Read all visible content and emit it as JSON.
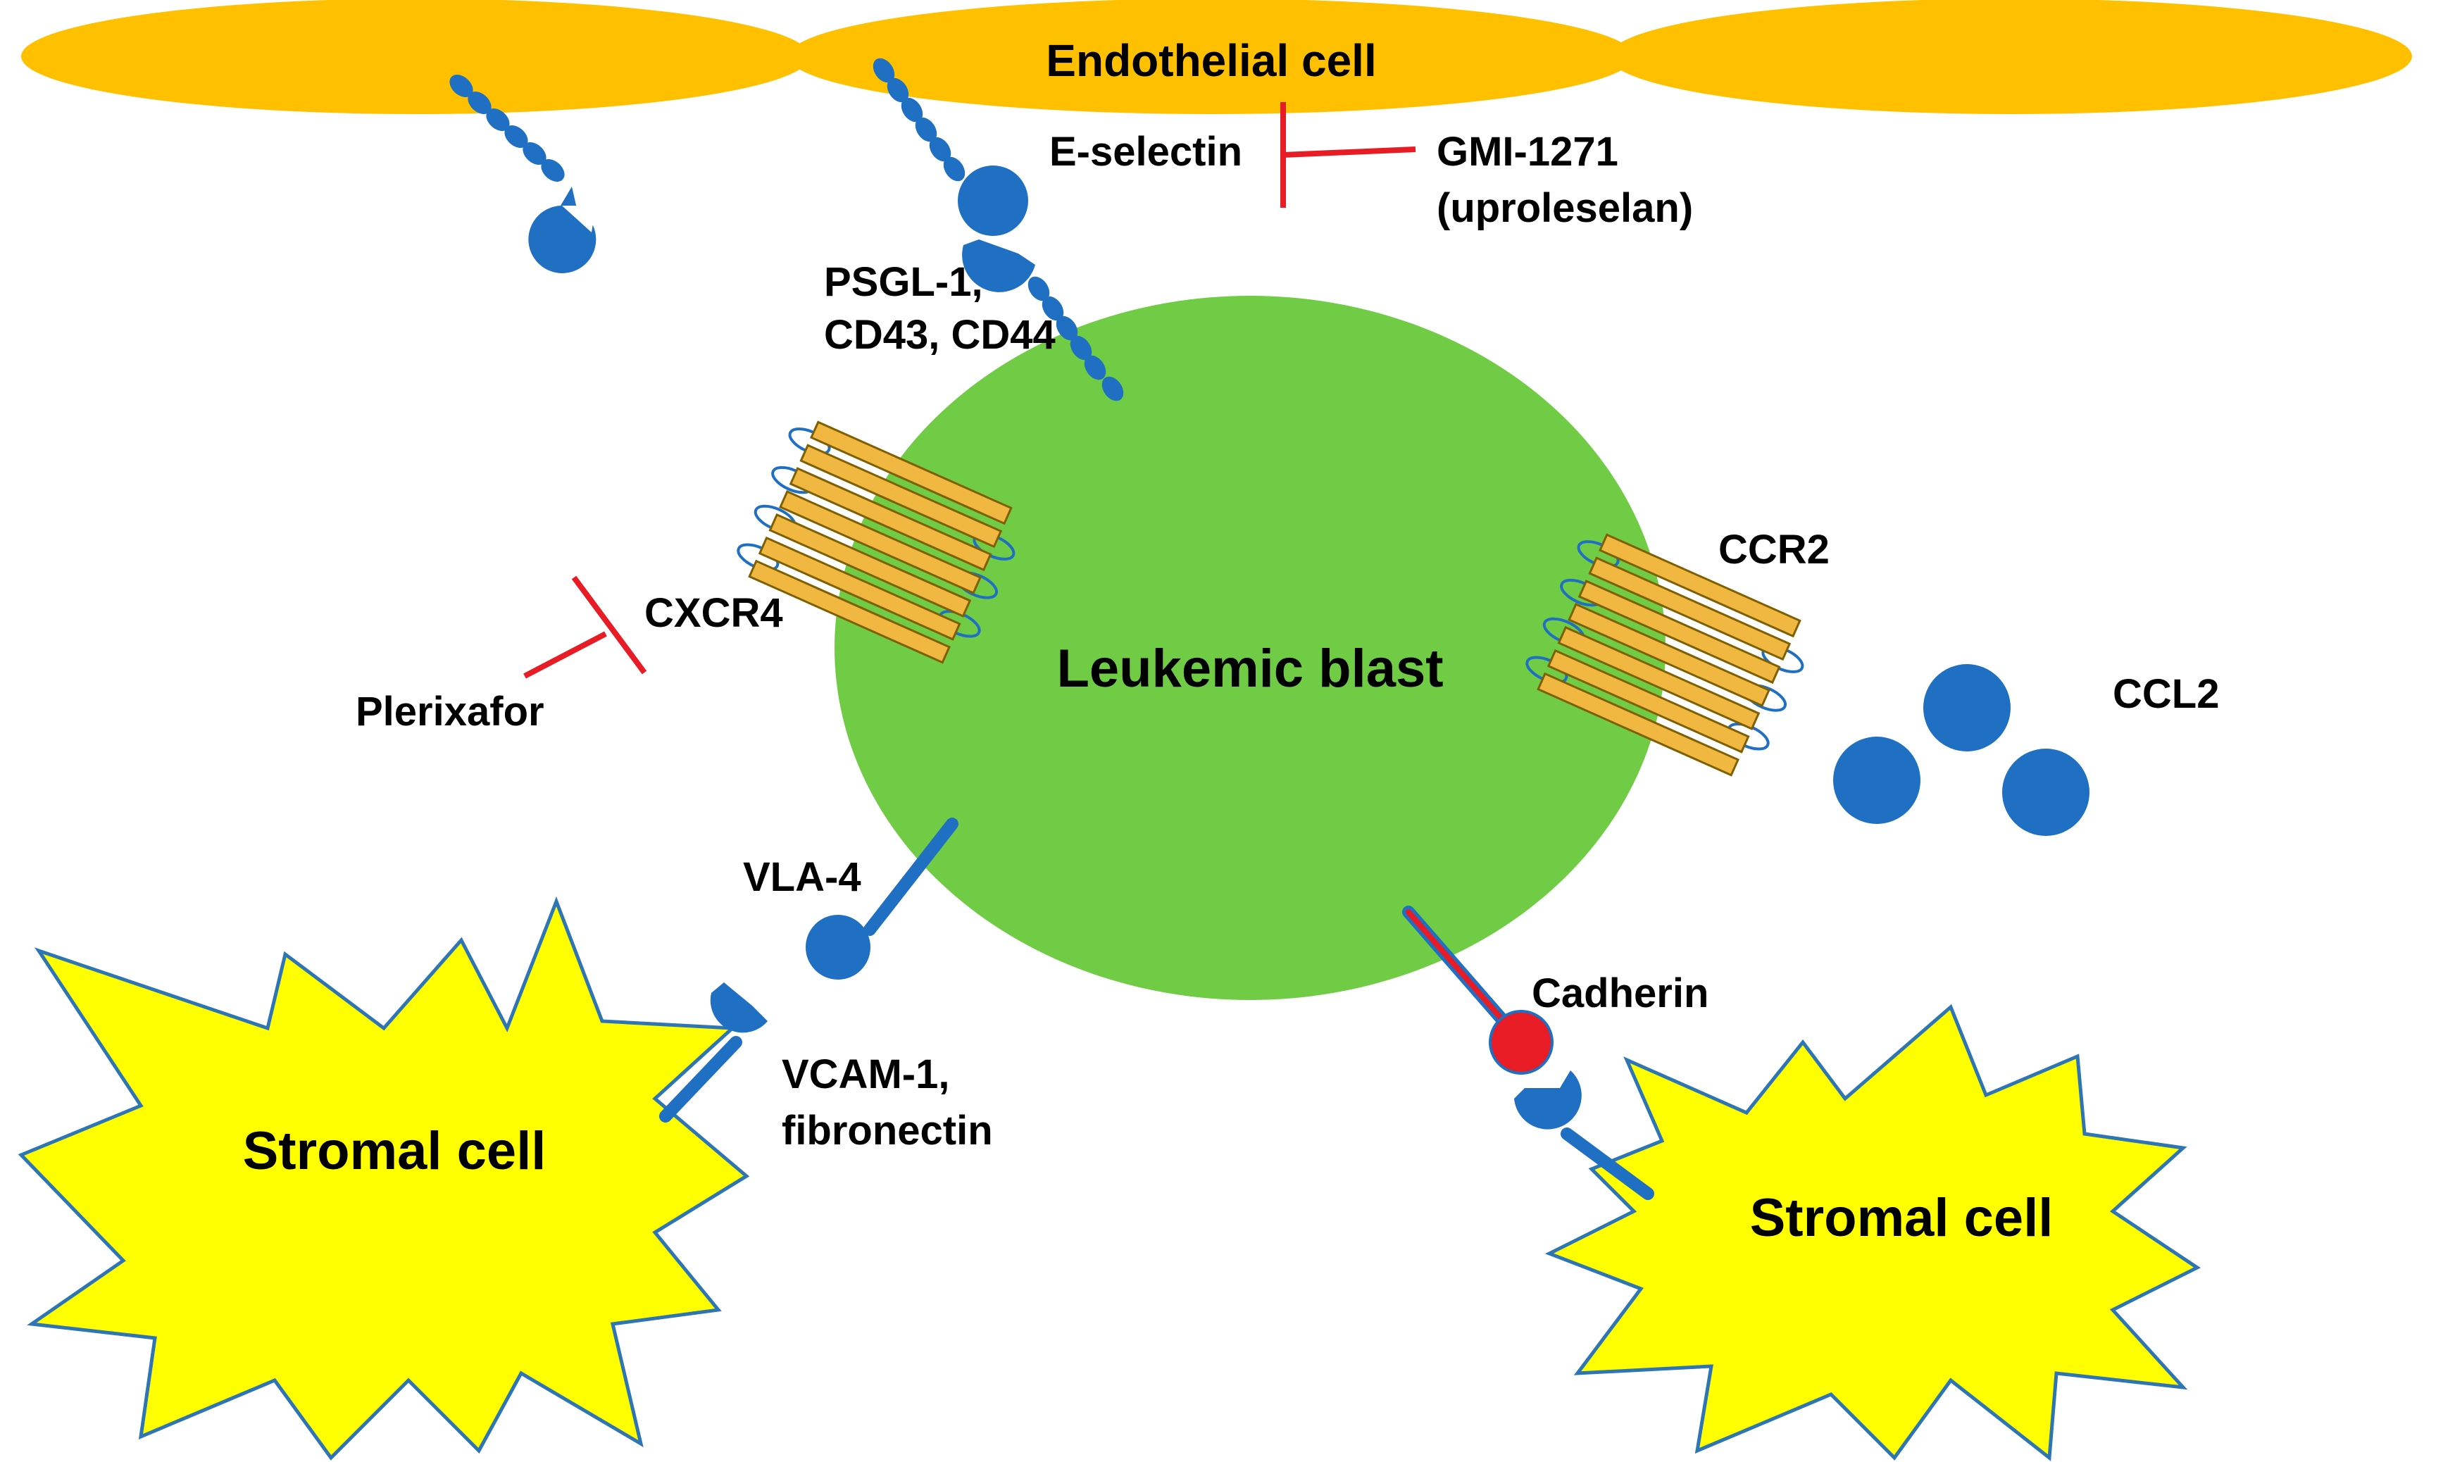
{
  "labels": {
    "endothelial_cell": "Endothelial cell",
    "e_selectin": "E-selectin",
    "gmi_line1": "GMI-1271",
    "gmi_line2": "(uproleselan)",
    "psgl_line1": "PSGL-1,",
    "psgl_line2": "CD43, CD44",
    "cxcr4": "CXCR4",
    "plerixafor": "Plerixafor",
    "leukemic_blast": "Leukemic blast",
    "ccr2": "CCR2",
    "ccl2": "CCL2",
    "vla4": "VLA-4",
    "vcam_line1": "VCAM-1,",
    "vcam_line2": "fibronectin",
    "cadherin": "Cadherin",
    "stromal_cell_left": "Stromal cell",
    "stromal_cell_right": "Stromal cell"
  },
  "colors": {
    "endothelium": "#FFC000",
    "blast": "#70CC45",
    "stroma": "#FFFF00",
    "stroma_outline": "#2E75B6",
    "receptor": "#1F6FC2",
    "inhibitor": "#E81C24",
    "cadherin": "#E81C24"
  }
}
